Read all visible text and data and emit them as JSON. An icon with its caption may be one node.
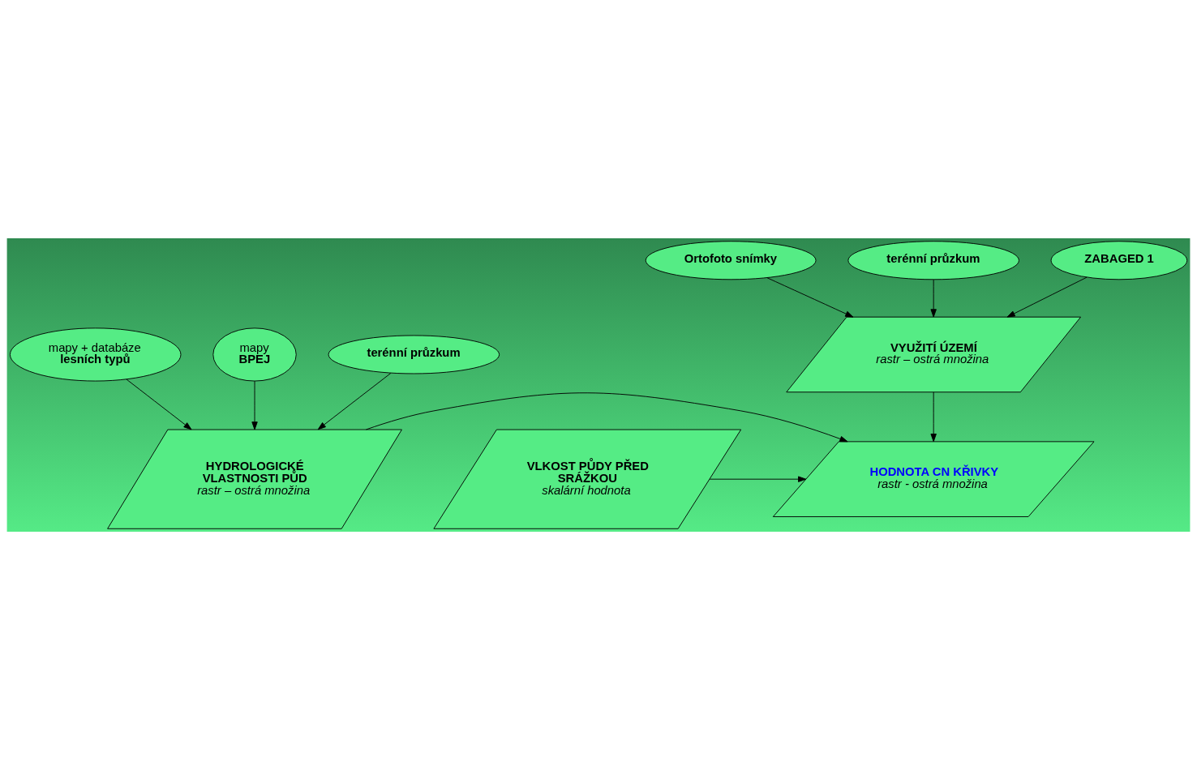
{
  "diagram": {
    "nodes": [
      {
        "text": [
          "Ortofoto snímky"
        ]
      },
      {
        "text": [
          "terénní průzkum"
        ]
      },
      {
        "text": [
          "ZABAGED 1"
        ]
      },
      {
        "text": [
          "VYUŽITÍ ÚZEMÍ",
          "rastr – ostrá množina"
        ]
      },
      {
        "text": [
          "mapy + databáze",
          "lesních typů"
        ]
      },
      {
        "text": [
          "HYDROLOGICKÉ VLASTNOSTI PŮD",
          "rastr – ostrá množina"
        ]
      },
      {
        "text": [
          "HODNOTA CN KŘIVKY",
          "rastr - ostrá množina"
        ]
      },
      {
        "text": [
          "VLKOST PŮDY PŘED SRÁŽKOU",
          "skalární hodnota"
        ]
      },
      {
        "text": [
          "mapy",
          "BPEJ"
        ]
      },
      {
        "text": [
          "terénní průzkum"
        ]
      }
    ],
    "edges": [
      {
        "from": 0,
        "to": 3,
        "arrow": "to"
      },
      {
        "from": 1,
        "to": 3,
        "arrow": "to"
      },
      {
        "from": 2,
        "to": 3,
        "arrow": "to"
      },
      {
        "from": 4,
        "to": 5,
        "arrow": "to"
      },
      {
        "from": 3,
        "to": 6,
        "arrow": "to"
      },
      {
        "from": 5,
        "to": 6,
        "arrow": "to"
      },
      {
        "from": 7,
        "to": 6,
        "arrow": "to"
      },
      {
        "from": 8,
        "to": 5,
        "arrow": "to"
      },
      {
        "from": 9,
        "to": 5,
        "arrow": "to"
      }
    ]
  }
}
